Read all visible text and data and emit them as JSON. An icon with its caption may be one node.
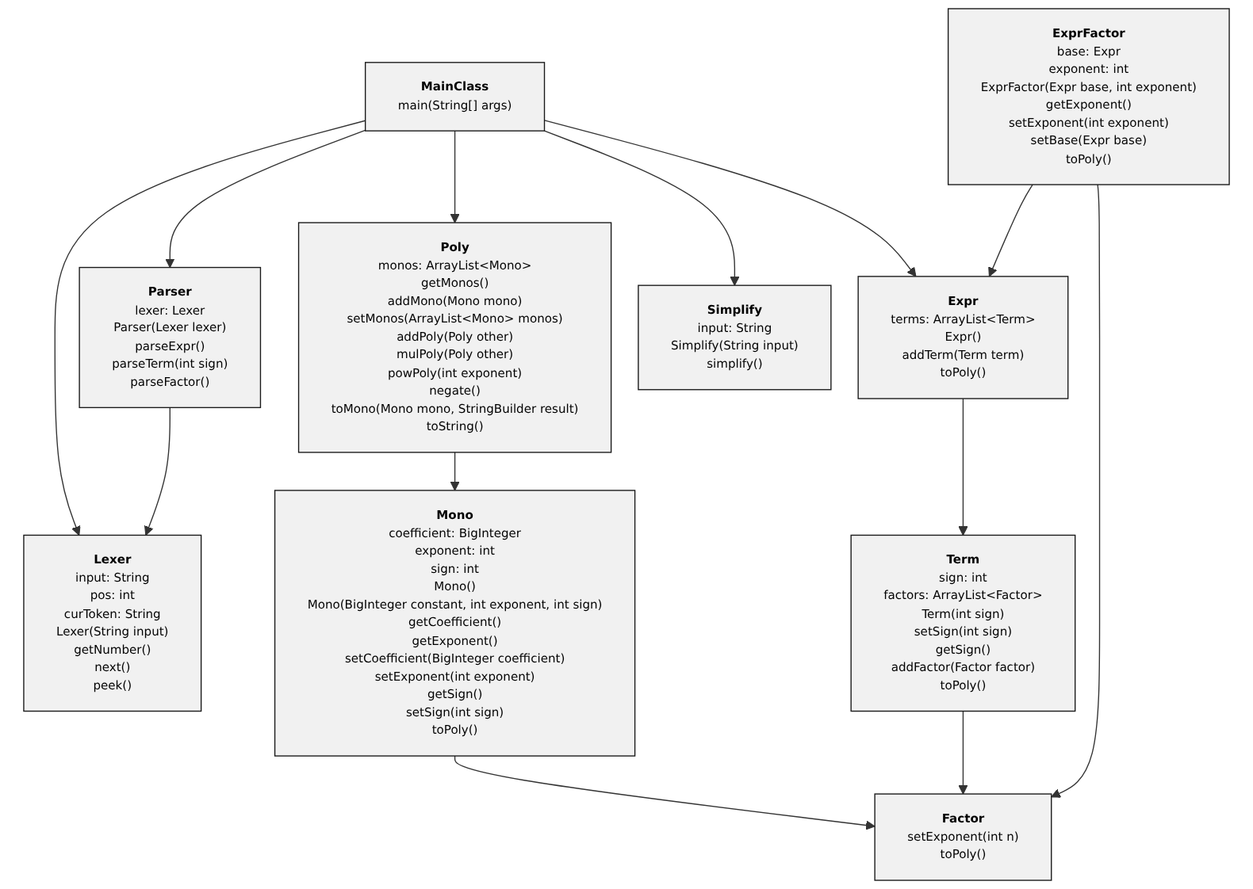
{
  "diagram": {
    "nodes": [
      {
        "text": [
          "MainClass",
          "main(String[] args)"
        ]
      },
      {
        "text": [
          "ExprFactor",
          "base: Expr",
          "exponent: int",
          "ExprFactor(Expr base, int exponent)",
          "getExponent()",
          "setExponent(int exponent)",
          "setBase(Expr base)",
          "toPoly()"
        ]
      },
      {
        "text": [
          "Parser",
          "lexer: Lexer",
          "Parser(Lexer lexer)",
          "parseExpr()",
          "parseTerm(int sign)",
          "parseFactor()"
        ]
      },
      {
        "text": [
          "Poly",
          "monos: ArrayList<Mono>",
          "getMonos()",
          "addMono(Mono mono)",
          "setMonos(ArrayList<Mono> monos)",
          "addPoly(Poly other)",
          "mulPoly(Poly other)",
          "powPoly(int exponent)",
          "negate()",
          "toMono(Mono mono, StringBuilder result)",
          "toString()"
        ]
      },
      {
        "text": [
          "Simplify",
          "input: String",
          "Simplify(String input)",
          "simplify()"
        ]
      },
      {
        "text": [
          "Expr",
          "terms: ArrayList<Term>",
          "Expr()",
          "addTerm(Term term)",
          "toPoly()"
        ]
      },
      {
        "text": [
          "Lexer",
          "input: String",
          "pos: int",
          "curToken: String",
          "Lexer(String input)",
          "getNumber()",
          "next()",
          "peek()"
        ]
      },
      {
        "text": [
          "Mono",
          "coefficient: BigInteger",
          "exponent: int",
          "sign: int",
          "Mono()",
          "Mono(BigInteger constant, int exponent, int sign)",
          "getCoefficient()",
          "getExponent()",
          "setCoefficient(BigInteger coefficient)",
          "setExponent(int exponent)",
          "getSign()",
          "setSign(int sign)",
          "toPoly()"
        ]
      },
      {
        "text": [
          "Term",
          "sign: int",
          "factors: ArrayList<Factor>",
          "Term(int sign)",
          "setSign(int sign)",
          "getSign()",
          "addFactor(Factor factor)",
          "toPoly()"
        ]
      },
      {
        "text": [
          "Factor",
          "setExponent(int n)",
          "toPoly()"
        ]
      }
    ],
    "edges": [
      {
        "from": 0,
        "to": 6,
        "arrow": "to"
      },
      {
        "from": 0,
        "to": 2,
        "arrow": "to"
      },
      {
        "from": 0,
        "to": 3,
        "arrow": "to"
      },
      {
        "from": 0,
        "to": 4,
        "arrow": "to"
      },
      {
        "from": 0,
        "to": 5,
        "arrow": "to"
      },
      {
        "from": 1,
        "to": 5,
        "arrow": "to"
      },
      {
        "from": 1,
        "to": 9,
        "arrow": "to"
      },
      {
        "from": 2,
        "to": 6,
        "arrow": "to"
      },
      {
        "from": 3,
        "to": 7,
        "arrow": "to"
      },
      {
        "from": 5,
        "to": 8,
        "arrow": "to"
      },
      {
        "from": 7,
        "to": 9,
        "arrow": "to"
      },
      {
        "from": 8,
        "to": 9,
        "arrow": "to"
      }
    ]
  }
}
